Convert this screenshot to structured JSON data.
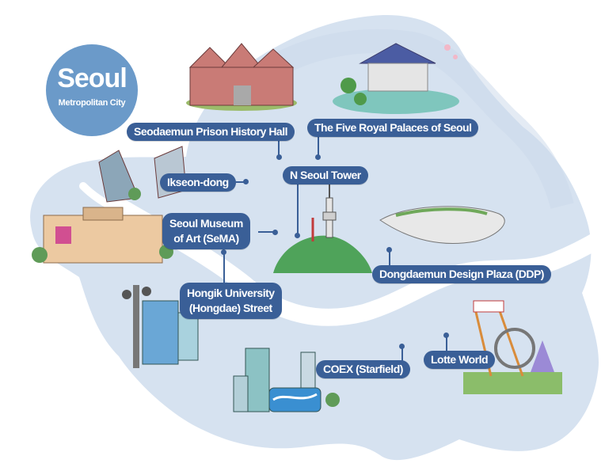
{
  "title": {
    "city": "Seoul",
    "subtitle": "Metropolitan City"
  },
  "colors": {
    "badge": "#6b9ac9",
    "label_bg": "#3a5f97",
    "label_text": "#ffffff",
    "map_fill": "#d6e2f0",
    "river": "#ffffff"
  },
  "landmarks": [
    {
      "id": "seodaemun",
      "label": "Seodaemun Prison History Hall"
    },
    {
      "id": "palaces",
      "label": "The Five Royal Palaces of Seoul"
    },
    {
      "id": "ikseon",
      "label": "Ikseon-dong"
    },
    {
      "id": "ntower",
      "label": "N Seoul Tower"
    },
    {
      "id": "sema",
      "label_line1": "Seoul Museum",
      "label_line2": "of Art (SeMA)"
    },
    {
      "id": "ddp",
      "label": "Dongdaemun Design Plaza (DDP)"
    },
    {
      "id": "hongdae",
      "label_line1": "Hongik University",
      "label_line2": "(Hongdae) Street"
    },
    {
      "id": "coex",
      "label": "COEX (Starfield)"
    },
    {
      "id": "lotte",
      "label": "Lotte World"
    }
  ]
}
